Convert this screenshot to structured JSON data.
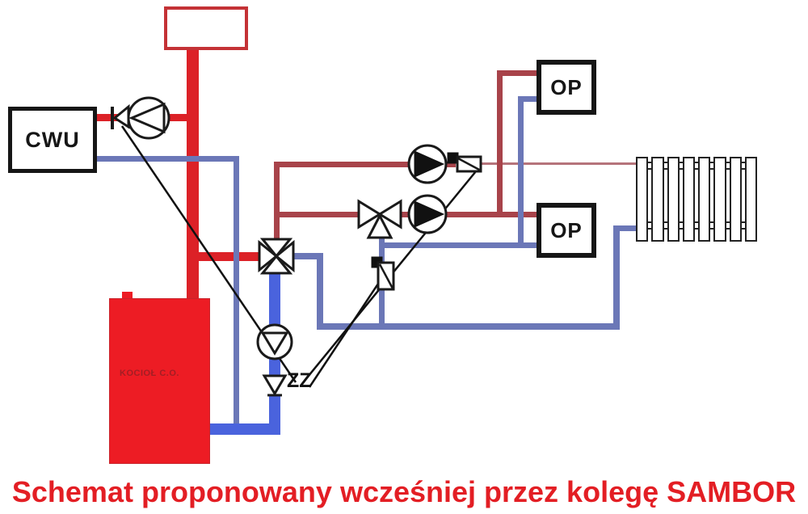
{
  "caption": "Schemat proponowany wcześniej przez kolegę SAMBOR",
  "components": {
    "cwu": "CWU",
    "boiler": "KOCIOŁ C.O.",
    "op_top": "OP",
    "op_bottom": "OP",
    "zz_label": "ZZ"
  },
  "colors": {
    "supply_red": "#dc2127",
    "supply_dark_red": "#a8434a",
    "supply_thin_red": "#b5737a",
    "return_blue": "#4a63dd",
    "return_blue_thin": "#6b77b7",
    "boiler_red": "#ed1c24",
    "boiler_label_red": "#a21e24",
    "box_border_red": "#c43236",
    "caption_red": "#e31e24"
  }
}
